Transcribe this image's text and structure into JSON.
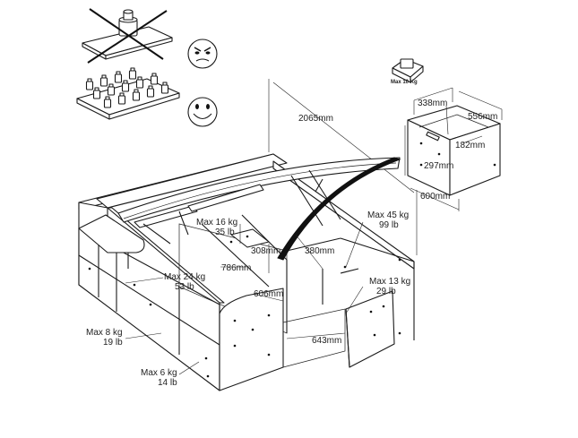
{
  "weight_labels": {
    "drawer_top": {
      "line1": "Max 10 Kg"
    },
    "bed_center": {
      "line1": "Max 16 kg",
      "line2": "35 lb"
    },
    "bed_right": {
      "line1": "Max 45 kg",
      "line2": "99 lb"
    },
    "left_shelf": {
      "line1": "Max 24 kg",
      "line2": "53 lb"
    },
    "right_shelf": {
      "line1": "Max 13 kg",
      "line2": "29 lb"
    },
    "lower_left": {
      "line1": "Max 8 kg",
      "line2": "19 lb"
    },
    "bottom_left": {
      "line1": "Max 6 kg",
      "line2": "14 lb"
    }
  },
  "dimensions": {
    "bed_length": "2065mm",
    "drawer_width": "338mm",
    "drawer_depth": "556mm",
    "drawer_inner": "182mm",
    "drawer_height": "297mm",
    "drawer_front": "600mm",
    "compartment_height": "308mm",
    "compartment_width": "380mm",
    "compartment_depth": "786mm",
    "cabinet_width": "606mm",
    "cabinet_depth": "643mm"
  },
  "icons": {
    "wrong": "crossed-out-concentrated-load-icon",
    "right": "distributed-load-icon",
    "sad": "frowning-face-icon",
    "happy": "smiling-face-icon"
  }
}
